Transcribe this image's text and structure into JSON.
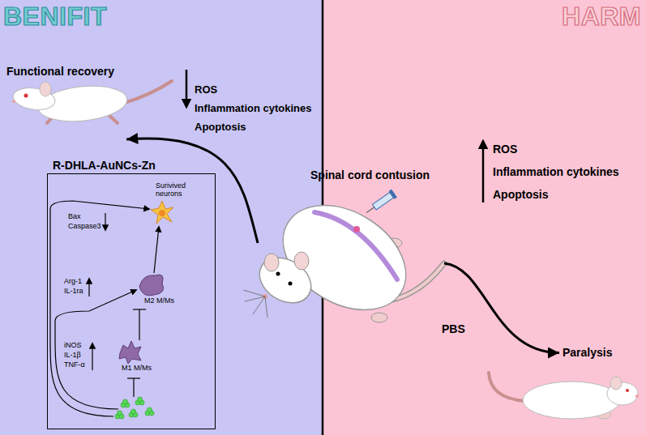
{
  "diagram": {
    "nodes": [
      {
        "text": [
          "Functional recovery"
        ]
      },
      {
        "text": [
          "R-DHLA-AuNCs-Zn"
        ]
      },
      {
        "text": [
          "Spinal cord contusion"
        ]
      },
      {
        "text": [
          "Paralysis"
        ]
      }
    ],
    "edges": [
      {
        "from": 2,
        "to": 0,
        "arrow": "to"
      },
      {
        "from": 2,
        "to": 3,
        "arrow": "to",
        "label": "PBS"
      }
    ],
    "labels": [
      "BENIFIT",
      "HARM",
      "ROS",
      "Inflammation cytokines",
      "Apoptosis",
      "Surivived neurons",
      "Bax",
      "Caspase3",
      "Arg-1",
      "IL-1ra",
      "M2 M/Ms",
      "iNOS",
      "IL-1β",
      "TNF-α",
      "M1 M/Ms",
      "ROS",
      "Inflammation cytokines",
      "Apoptosis"
    ]
  }
}
